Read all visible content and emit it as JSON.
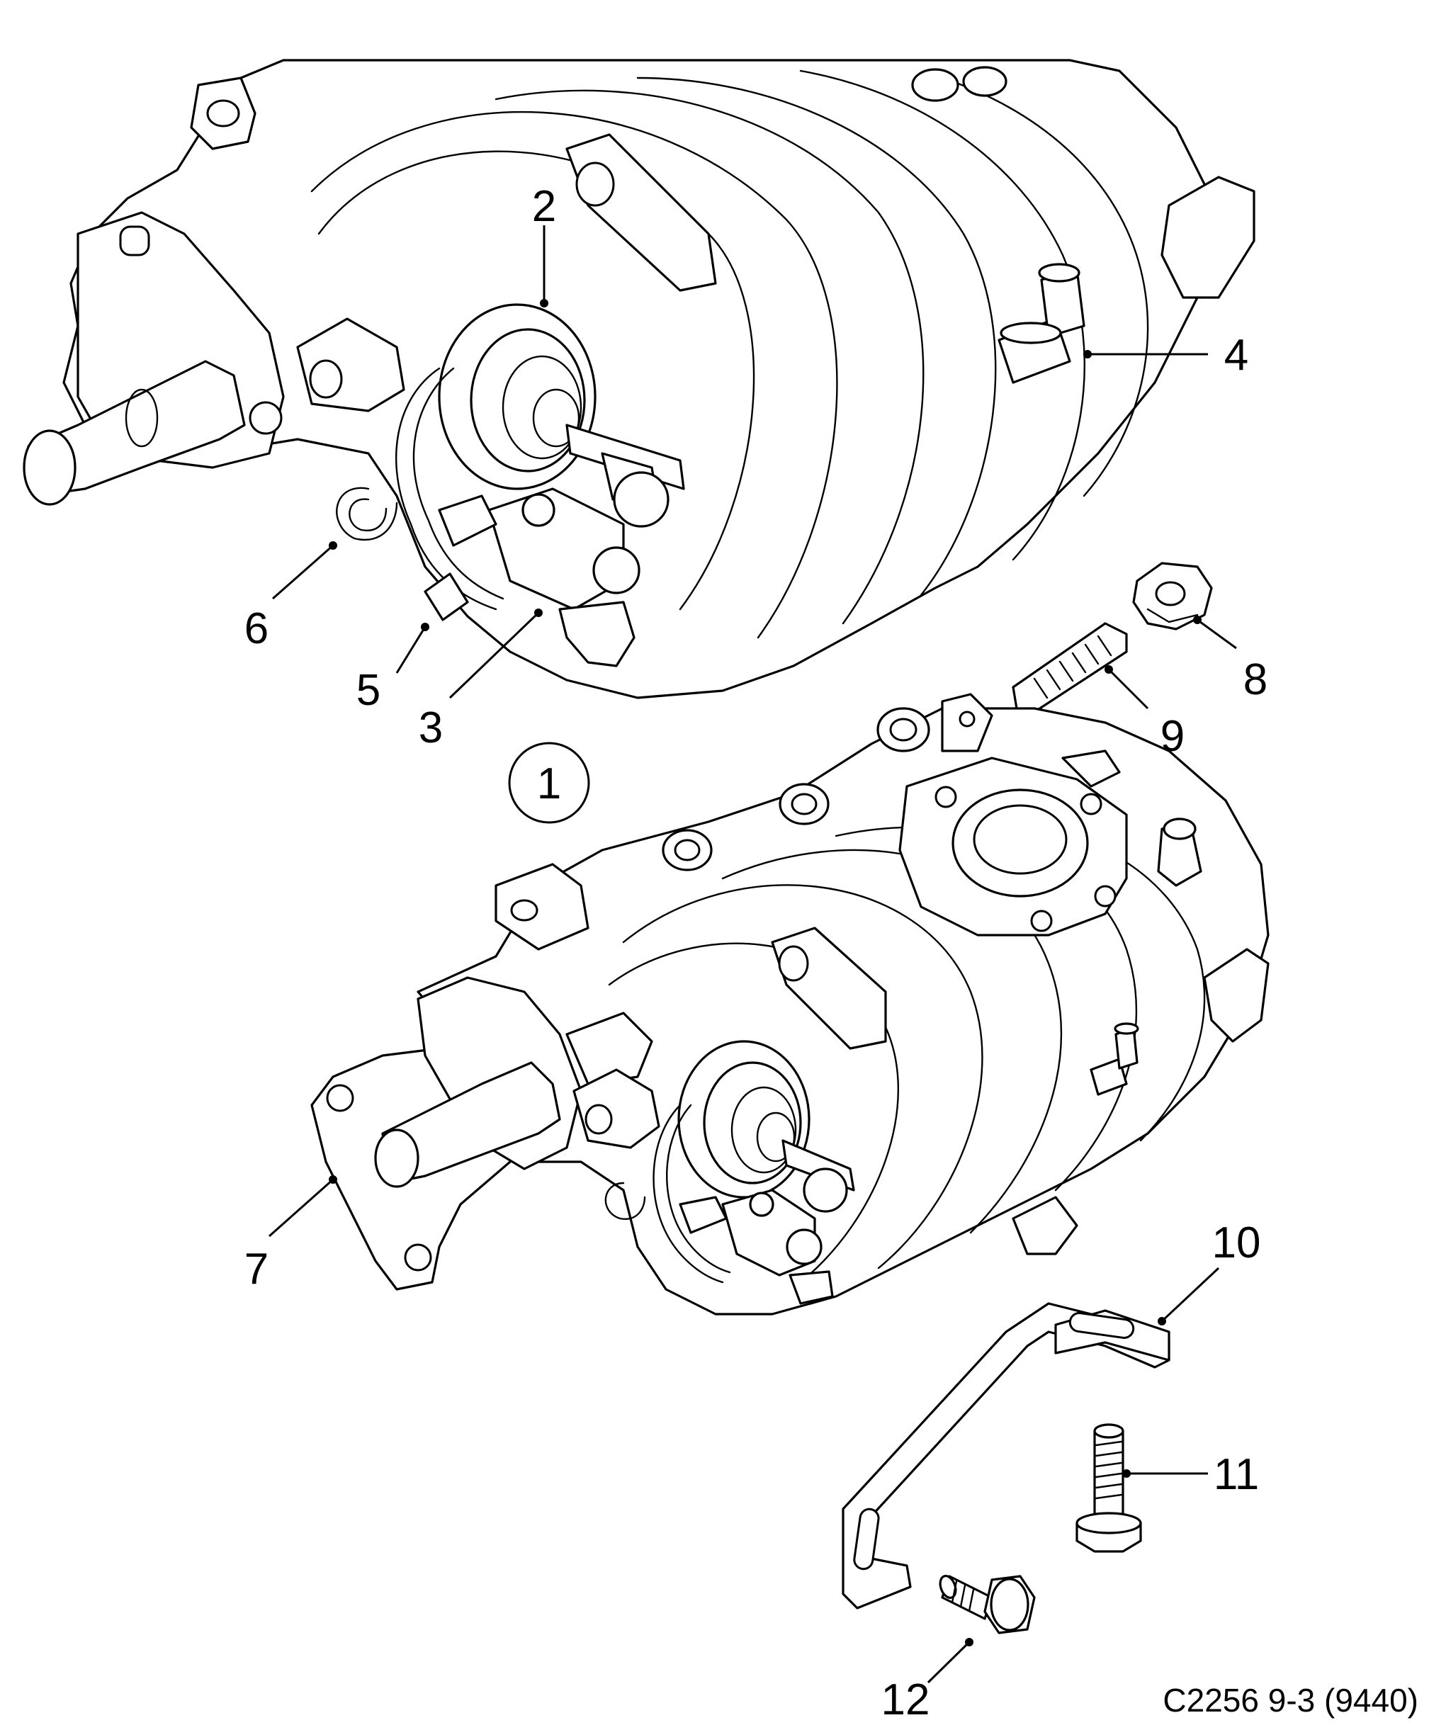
{
  "callouts": {
    "c1": "1",
    "c2": "2",
    "c3": "3",
    "c4": "4",
    "c5": "5",
    "c6": "6",
    "c7": "7",
    "c8": "8",
    "c9": "9",
    "c10": "10",
    "c11": "11",
    "c12": "12"
  },
  "drawing_code": "C2256 9-3 (9440)"
}
